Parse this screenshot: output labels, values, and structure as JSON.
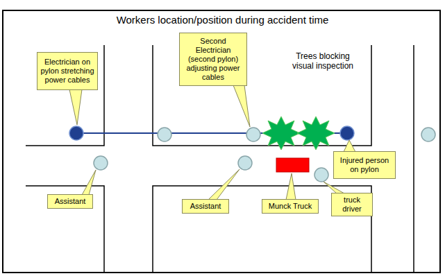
{
  "diagram": {
    "title": "Workers location/position during accident time",
    "nodes": [
      {
        "text": [
          "Electrician on pylon stretching power cables"
        ]
      },
      {
        "text": [
          "Second Electrician (second pylon) adjusting power cables"
        ]
      },
      {
        "text": [
          "Injured person on pylon"
        ]
      },
      {
        "text": [
          "Assistant"
        ]
      },
      {
        "text": [
          "Assistant"
        ]
      },
      {
        "text": [
          "Munck Truck"
        ]
      },
      {
        "text": [
          "truck driver"
        ]
      }
    ],
    "labels": [
      "Trees blocking visual inspection"
    ]
  }
}
